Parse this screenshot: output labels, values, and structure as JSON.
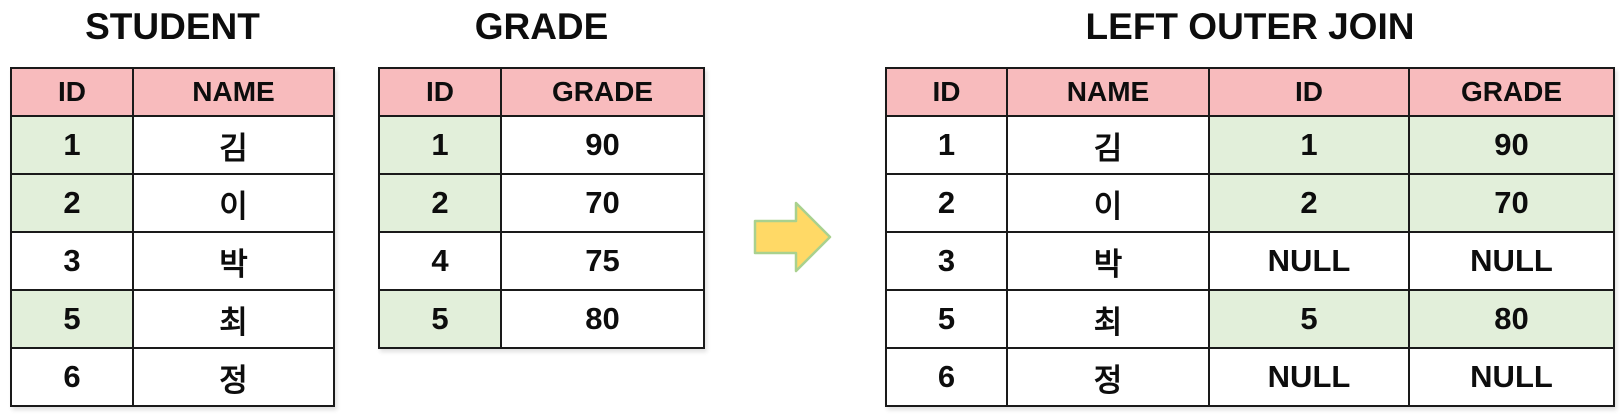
{
  "colors": {
    "header_bg": "#F8BBBD",
    "match_highlight_bg": "#E2EFDA",
    "cell_bg": "#FFFFFF",
    "border": "#1A1A1A",
    "arrow_fill": "#FFD966",
    "arrow_outline": "#A9D18E",
    "text": "#0D0D0D"
  },
  "tables": {
    "student": {
      "title": "STUDENT",
      "headers": [
        "ID",
        "NAME"
      ],
      "rows": [
        [
          {
            "text": "1",
            "highlight": true
          },
          {
            "text": "김",
            "highlight": false
          }
        ],
        [
          {
            "text": "2",
            "highlight": true
          },
          {
            "text": "이",
            "highlight": false
          }
        ],
        [
          {
            "text": "3",
            "highlight": false
          },
          {
            "text": "박",
            "highlight": false
          }
        ],
        [
          {
            "text": "5",
            "highlight": true
          },
          {
            "text": "최",
            "highlight": false
          }
        ],
        [
          {
            "text": "6",
            "highlight": false
          },
          {
            "text": "정",
            "highlight": false
          }
        ]
      ]
    },
    "grade": {
      "title": "GRADE",
      "headers": [
        "ID",
        "GRADE"
      ],
      "rows": [
        [
          {
            "text": "1",
            "highlight": true
          },
          {
            "text": "90",
            "highlight": false
          }
        ],
        [
          {
            "text": "2",
            "highlight": true
          },
          {
            "text": "70",
            "highlight": false
          }
        ],
        [
          {
            "text": "4",
            "highlight": false
          },
          {
            "text": "75",
            "highlight": false
          }
        ],
        [
          {
            "text": "5",
            "highlight": true
          },
          {
            "text": "80",
            "highlight": false
          }
        ]
      ]
    },
    "result": {
      "title": "LEFT OUTER JOIN",
      "headers": [
        "ID",
        "NAME",
        "ID",
        "GRADE"
      ],
      "rows": [
        [
          {
            "text": "1",
            "highlight": false
          },
          {
            "text": "김",
            "highlight": false
          },
          {
            "text": "1",
            "highlight": true
          },
          {
            "text": "90",
            "highlight": true
          }
        ],
        [
          {
            "text": "2",
            "highlight": false
          },
          {
            "text": "이",
            "highlight": false
          },
          {
            "text": "2",
            "highlight": true
          },
          {
            "text": "70",
            "highlight": true
          }
        ],
        [
          {
            "text": "3",
            "highlight": false
          },
          {
            "text": "박",
            "highlight": false
          },
          {
            "text": "NULL",
            "highlight": false
          },
          {
            "text": "NULL",
            "highlight": false
          }
        ],
        [
          {
            "text": "5",
            "highlight": false
          },
          {
            "text": "최",
            "highlight": false
          },
          {
            "text": "5",
            "highlight": true
          },
          {
            "text": "80",
            "highlight": true
          }
        ],
        [
          {
            "text": "6",
            "highlight": false
          },
          {
            "text": "정",
            "highlight": false
          },
          {
            "text": "NULL",
            "highlight": false
          },
          {
            "text": "NULL",
            "highlight": false
          }
        ]
      ]
    }
  },
  "arrow": {
    "direction": "right",
    "meaning": "join-transformation"
  }
}
